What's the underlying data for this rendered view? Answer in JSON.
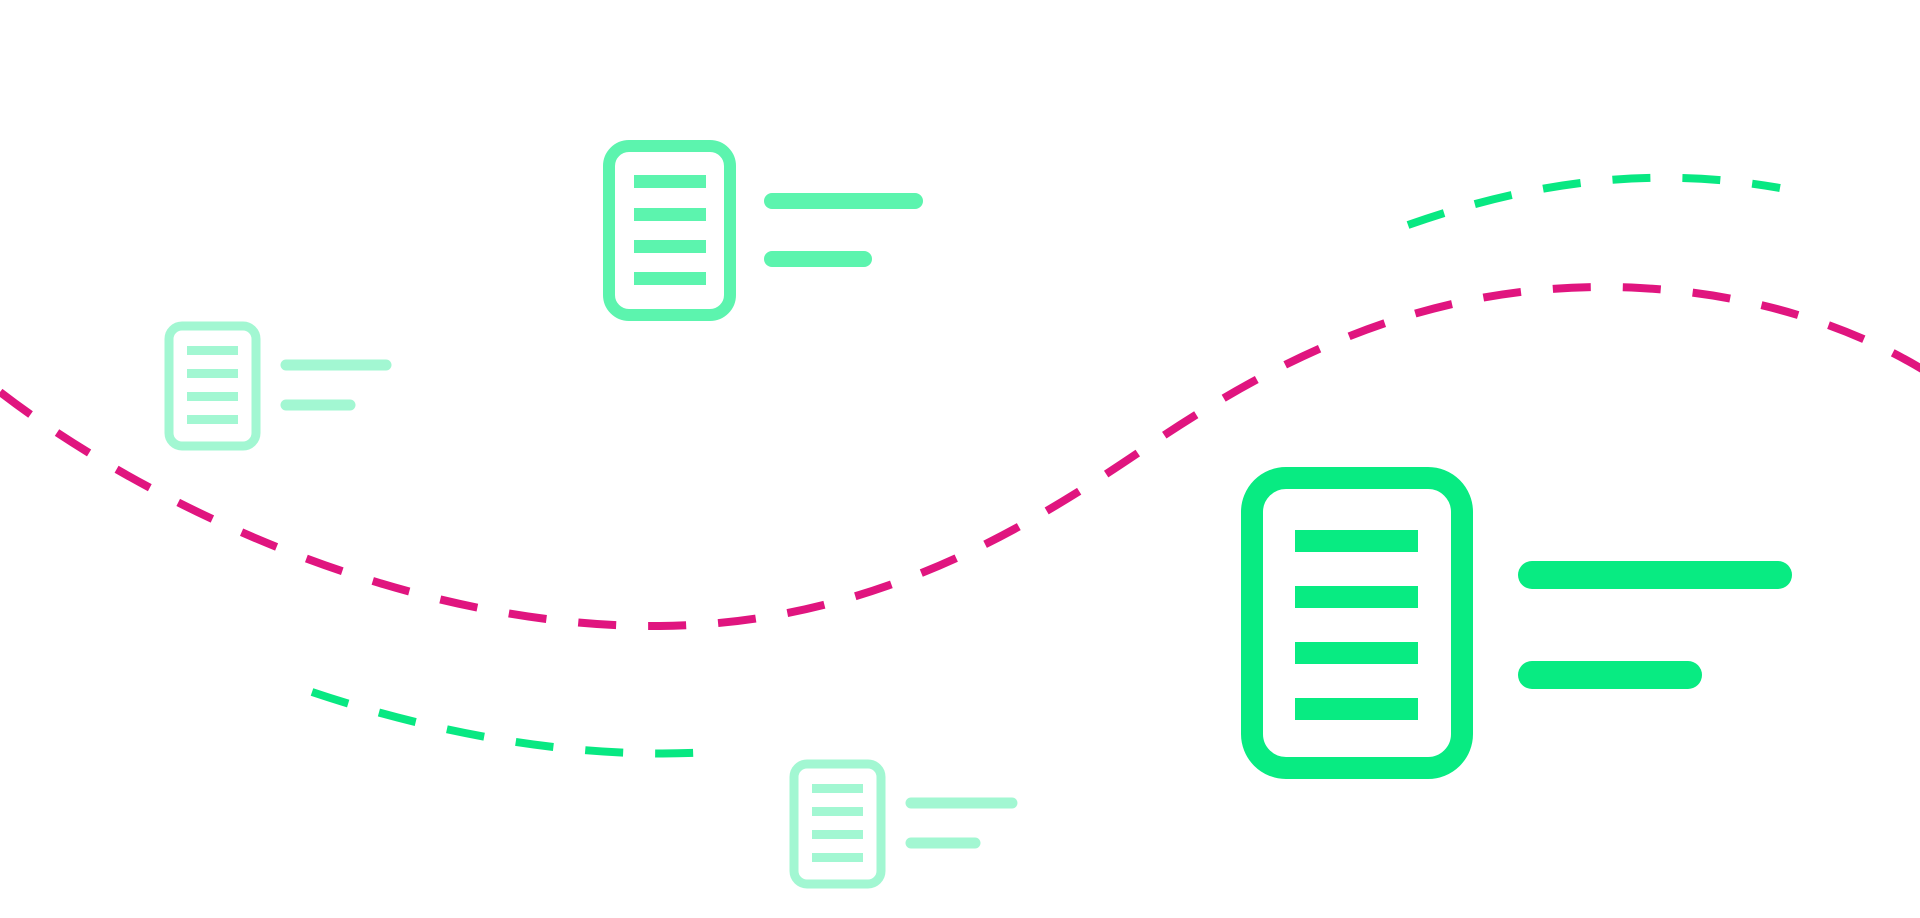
{
  "colors": {
    "background": "#ffffff",
    "magenta_path": "#e0157f",
    "green_path": "#08e882",
    "doc_bright": "#08eb82",
    "doc_medium": "#5cf4ae",
    "doc_light": "#a2f7d2"
  },
  "icons": [
    {
      "name": "document-icon-large",
      "tone": "doc_bright"
    },
    {
      "name": "document-icon-medium",
      "tone": "doc_medium"
    },
    {
      "name": "document-icon-small-left",
      "tone": "doc_light"
    },
    {
      "name": "document-icon-small-bottom",
      "tone": "doc_light"
    }
  ],
  "paths": [
    {
      "name": "magenta-dashed-path",
      "tone": "magenta_path"
    },
    {
      "name": "green-dashed-path-top",
      "tone": "green_path"
    },
    {
      "name": "green-dashed-path-bottom",
      "tone": "green_path"
    }
  ]
}
